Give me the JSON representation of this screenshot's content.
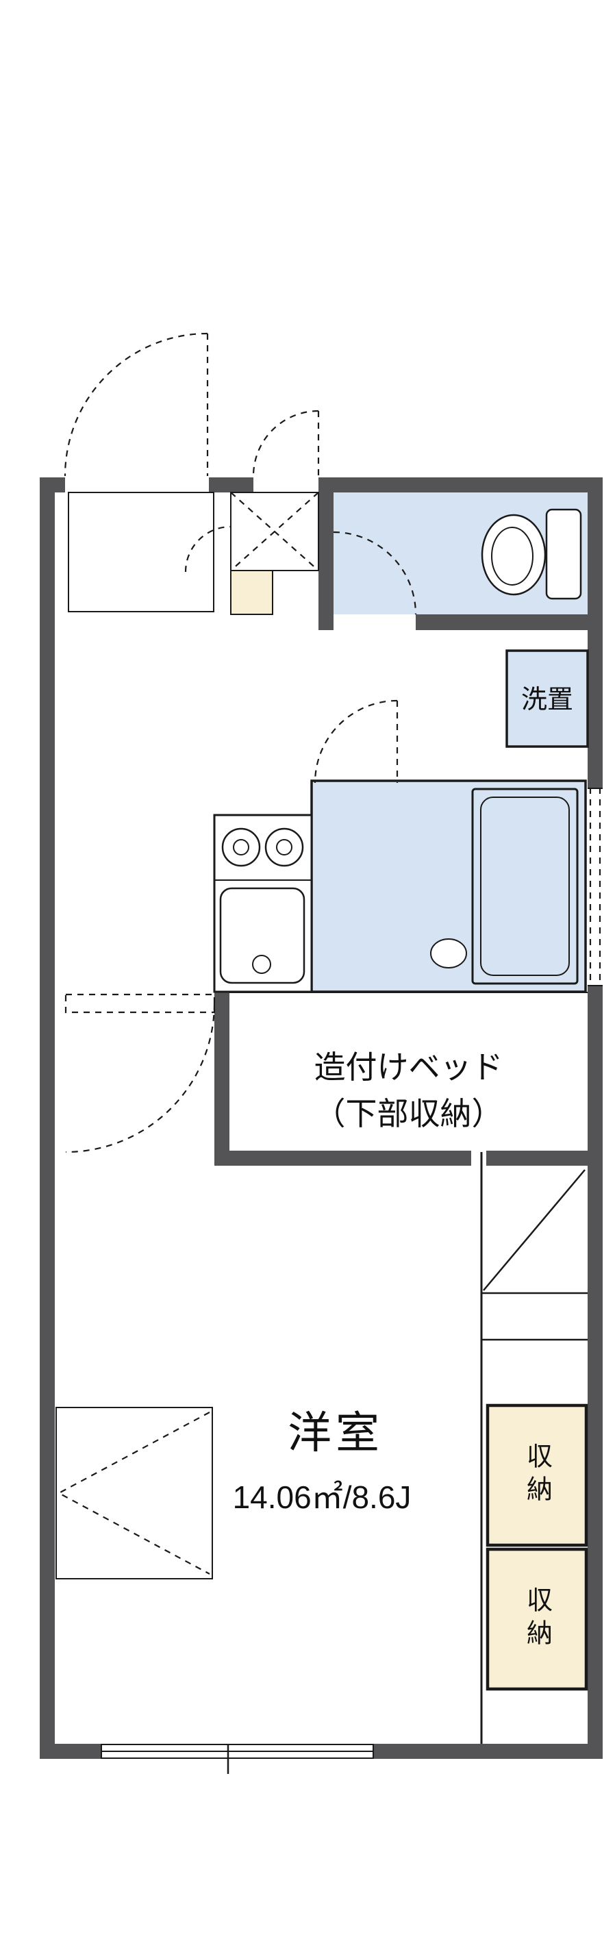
{
  "floor_plan": {
    "labels": {
      "laundry_space": "洗置",
      "built_in_bed_line1": "造付けベッド",
      "built_in_bed_line2": "（下部収納）",
      "main_room_name": "洋室",
      "main_room_area": "14.06㎡/8.6J",
      "storage_top": "収納",
      "storage_bottom": "収納"
    },
    "colors": {
      "wall": "#545456",
      "water_area_fill": "#d6e3f2",
      "storage_fill": "#f9efd4",
      "line": "#1a1a1a",
      "background": "#ffffff"
    },
    "fixtures": [
      "toilet",
      "laundry-machine-space",
      "bathtub",
      "stove-two-burner",
      "kitchen-sink",
      "built-in-bed",
      "storage-closet-upper",
      "storage-closet-lower",
      "entrance-door-swing",
      "toilet-door-swing",
      "bathroom-door-swing",
      "room-door-swing",
      "window-bottom",
      "window-right"
    ]
  }
}
